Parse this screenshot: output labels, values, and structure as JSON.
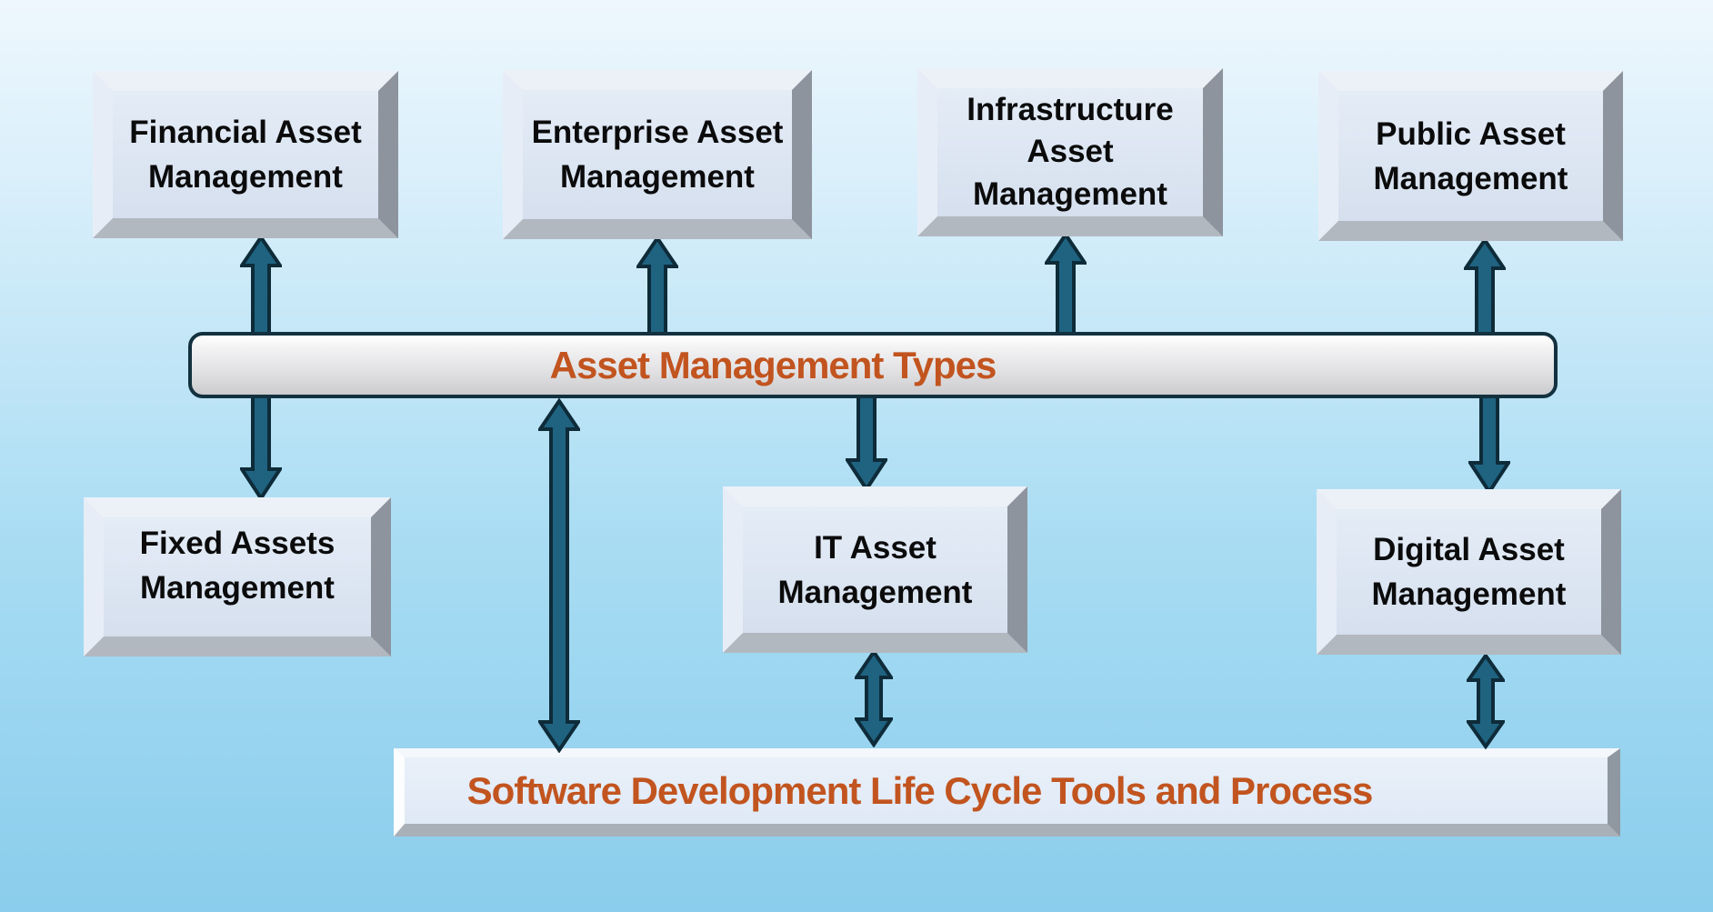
{
  "diagram": {
    "title_bar": {
      "label": "Asset Management Types"
    },
    "bottom_bar": {
      "label": "Software Development Life Cycle Tools and Process"
    },
    "top_row": [
      {
        "label": "Financial Asset\nManagement"
      },
      {
        "label": "Enterprise Asset\nManagement"
      },
      {
        "label": "Infrastructure\nAsset\nManagement"
      },
      {
        "label": "Public Asset\nManagement"
      }
    ],
    "middle_row": [
      {
        "label": "Fixed Assets\nManagement"
      },
      {
        "label": "IT Asset\nManagement"
      },
      {
        "label": "Digital Asset\nManagement"
      }
    ],
    "colors": {
      "accent_text": "#c2541f",
      "arrow_fill": "#1f6381",
      "arrow_outline": "#0e2b39",
      "box_face": "#dae4f1",
      "background_top": "#eef7fd",
      "background_bottom": "#8acdec"
    }
  }
}
